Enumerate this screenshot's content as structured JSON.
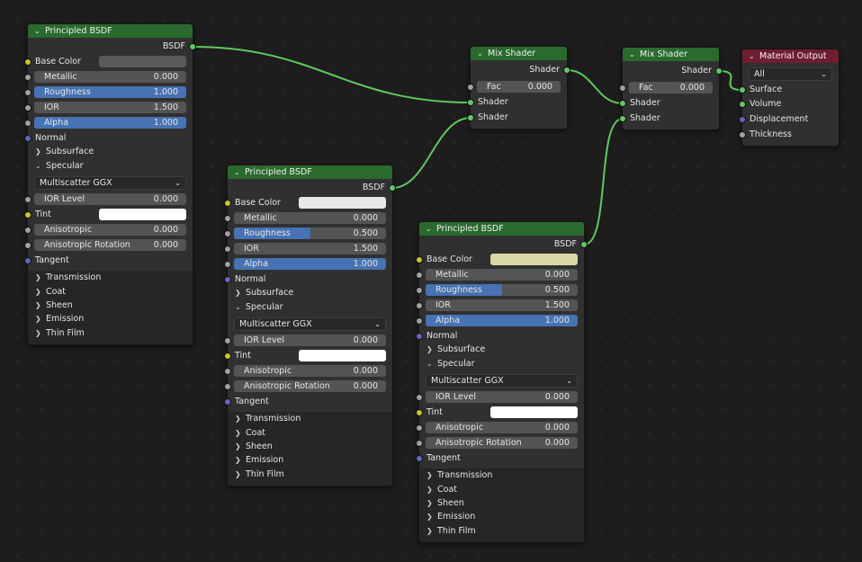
{
  "nodes": {
    "pb1": {
      "title": "Principled BSDF",
      "output": "BSDF",
      "base_color": {
        "label": "Base Color",
        "color": "#5a5a5a"
      },
      "metallic": {
        "label": "Metallic",
        "value": "0.000"
      },
      "roughness": {
        "label": "Roughness",
        "value": "1.000",
        "fill": 1.0
      },
      "ior": {
        "label": "IOR",
        "value": "1.500"
      },
      "alpha": {
        "label": "Alpha",
        "value": "1.000",
        "fill": 1.0
      },
      "normal": "Normal",
      "subsurface": "Subsurface",
      "specular": "Specular",
      "distribution": "Multiscatter GGX",
      "ior_level": {
        "label": "IOR Level",
        "value": "0.000"
      },
      "tint": {
        "label": "Tint",
        "color": "#ffffff"
      },
      "anisotropic": {
        "label": "Anisotropic",
        "value": "0.000"
      },
      "anisotropic_rotation": {
        "label": "Anisotropic Rotation",
        "value": "0.000"
      },
      "tangent": "Tangent",
      "panels": [
        "Transmission",
        "Coat",
        "Sheen",
        "Emission",
        "Thin Film"
      ]
    },
    "pb2": {
      "title": "Principled BSDF",
      "output": "BSDF",
      "base_color": {
        "label": "Base Color",
        "color": "#e8e8e8"
      },
      "metallic": {
        "label": "Metallic",
        "value": "0.000"
      },
      "roughness": {
        "label": "Roughness",
        "value": "0.500",
        "fill": 0.5
      },
      "ior": {
        "label": "IOR",
        "value": "1.500"
      },
      "alpha": {
        "label": "Alpha",
        "value": "1.000",
        "fill": 1.0
      },
      "normal": "Normal",
      "subsurface": "Subsurface",
      "specular": "Specular",
      "distribution": "Multiscatter GGX",
      "ior_level": {
        "label": "IOR Level",
        "value": "0.000"
      },
      "tint": {
        "label": "Tint",
        "color": "#ffffff"
      },
      "anisotropic": {
        "label": "Anisotropic",
        "value": "0.000"
      },
      "anisotropic_rotation": {
        "label": "Anisotropic Rotation",
        "value": "0.000"
      },
      "tangent": "Tangent",
      "panels": [
        "Transmission",
        "Coat",
        "Sheen",
        "Emission",
        "Thin Film"
      ]
    },
    "pb3": {
      "title": "Principled BSDF",
      "output": "BSDF",
      "base_color": {
        "label": "Base Color",
        "color": "#dcd7a6"
      },
      "metallic": {
        "label": "Metallic",
        "value": "0.000"
      },
      "roughness": {
        "label": "Roughness",
        "value": "0.500",
        "fill": 0.5
      },
      "ior": {
        "label": "IOR",
        "value": "1.500"
      },
      "alpha": {
        "label": "Alpha",
        "value": "1.000",
        "fill": 1.0
      },
      "normal": "Normal",
      "subsurface": "Subsurface",
      "specular": "Specular",
      "distribution": "Multiscatter GGX",
      "ior_level": {
        "label": "IOR Level",
        "value": "0.000"
      },
      "tint": {
        "label": "Tint",
        "color": "#ffffff"
      },
      "anisotropic": {
        "label": "Anisotropic",
        "value": "0.000"
      },
      "anisotropic_rotation": {
        "label": "Anisotropic Rotation",
        "value": "0.000"
      },
      "tangent": "Tangent",
      "panels": [
        "Transmission",
        "Coat",
        "Sheen",
        "Emission",
        "Thin Film"
      ]
    },
    "mix1": {
      "title": "Mix Shader",
      "output": "Shader",
      "fac": {
        "label": "Fac",
        "value": "0.000"
      },
      "shader_a": "Shader",
      "shader_b": "Shader"
    },
    "mix2": {
      "title": "Mix Shader",
      "output": "Shader",
      "fac": {
        "label": "Fac",
        "value": "0.000"
      },
      "shader_a": "Shader",
      "shader_b": "Shader"
    },
    "output": {
      "title": "Material Output",
      "target": "All",
      "surface": "Surface",
      "volume": "Volume",
      "displacement": "Displacement",
      "thickness": "Thickness"
    }
  },
  "colors": {
    "shader_header": "#2a6a2e",
    "output_header": "#6e1e30",
    "link": "#5fc95f",
    "slider_fill": "#4772b3"
  }
}
